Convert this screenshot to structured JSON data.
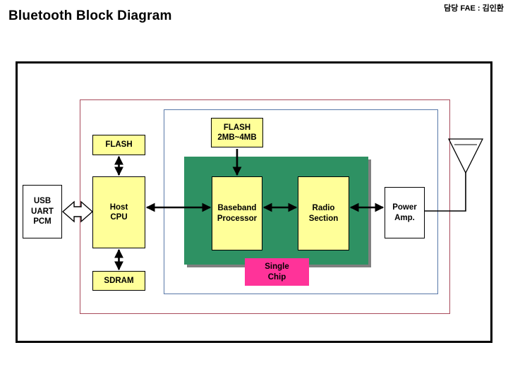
{
  "header": {
    "title": "Bluetooth Block Diagram",
    "fae_note": "담당 FAE : 김인환"
  },
  "frames": {
    "outer": {
      "name": "system-boundary",
      "border_color": "#000000"
    },
    "module": {
      "name": "module-boundary",
      "border_color": "#a84a5a"
    },
    "chipset": {
      "name": "chipset-boundary",
      "border_color": "#5878a8"
    }
  },
  "colors": {
    "block_fill": "#ffff99",
    "white_fill": "#ffffff",
    "chip_area": "#2e9163",
    "chip_shadow": "#808080",
    "single_chip": "#ff3399",
    "line": "#000000"
  },
  "blocks": [
    {
      "id": "usb",
      "label": "USB\nUART\nPCM",
      "fill": "white",
      "name": "block-usb-uart-pcm"
    },
    {
      "id": "flash1",
      "label": "FLASH",
      "fill": "yellow",
      "name": "block-flash-host"
    },
    {
      "id": "hostcpu",
      "label": "Host\nCPU",
      "fill": "yellow",
      "name": "block-host-cpu"
    },
    {
      "id": "sdram",
      "label": "SDRAM",
      "fill": "yellow",
      "name": "block-sdram"
    },
    {
      "id": "flash2",
      "label": "FLASH\n2MB~4MB",
      "fill": "yellow",
      "name": "block-flash-2mb-4mb"
    },
    {
      "id": "baseband",
      "label": "Baseband\nProcessor",
      "fill": "yellow",
      "name": "block-baseband-processor"
    },
    {
      "id": "radio",
      "label": "Radio\nSection",
      "fill": "yellow",
      "name": "block-radio-section"
    },
    {
      "id": "poweramp",
      "label": "Power\nAmp.",
      "fill": "white",
      "name": "block-power-amp"
    },
    {
      "id": "single",
      "label": "Single\nChip",
      "fill": "pink",
      "name": "label-single-chip"
    }
  ],
  "connectors": [
    {
      "name": "connector-usb-to-hostcpu",
      "style": "hollow-block-arrow",
      "direction": "bidirectional"
    },
    {
      "name": "connector-flash-to-hostcpu",
      "style": "line-arrow",
      "direction": "bidirectional"
    },
    {
      "name": "connector-hostcpu-to-sdram",
      "style": "line-arrow",
      "direction": "bidirectional"
    },
    {
      "name": "connector-hostcpu-to-baseband",
      "style": "line-arrow",
      "direction": "bidirectional"
    },
    {
      "name": "connector-flash2-to-baseband",
      "style": "line-arrow",
      "direction": "down"
    },
    {
      "name": "connector-baseband-to-radio",
      "style": "line-arrow",
      "direction": "bidirectional"
    },
    {
      "name": "connector-radio-to-poweramp",
      "style": "line-arrow",
      "direction": "bidirectional"
    },
    {
      "name": "connector-poweramp-to-antenna",
      "style": "line",
      "direction": "none"
    }
  ],
  "antenna": {
    "name": "antenna-symbol",
    "shape": "dipole-triangle"
  }
}
